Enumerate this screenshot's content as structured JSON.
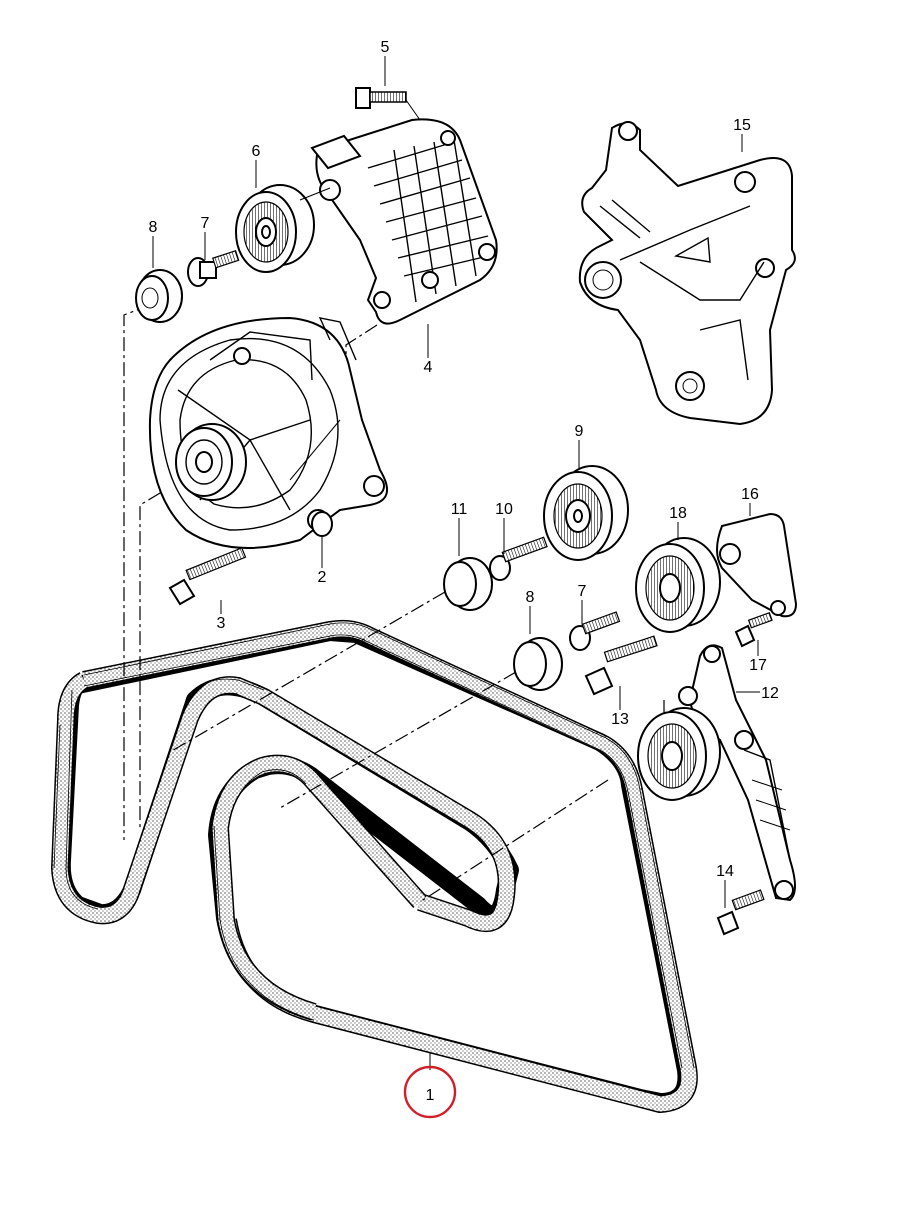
{
  "diagram": {
    "callouts": [
      {
        "id": "c1",
        "label": "1"
      },
      {
        "id": "c2",
        "label": "2"
      },
      {
        "id": "c3",
        "label": "3"
      },
      {
        "id": "c4",
        "label": "4"
      },
      {
        "id": "c5",
        "label": "5"
      },
      {
        "id": "c6",
        "label": "6"
      },
      {
        "id": "c7a",
        "label": "7"
      },
      {
        "id": "c7b",
        "label": "7"
      },
      {
        "id": "c8a",
        "label": "8"
      },
      {
        "id": "c8b",
        "label": "8"
      },
      {
        "id": "c9",
        "label": "9"
      },
      {
        "id": "c10",
        "label": "10"
      },
      {
        "id": "c11",
        "label": "11"
      },
      {
        "id": "c12",
        "label": "12"
      },
      {
        "id": "c13",
        "label": "13"
      },
      {
        "id": "c14",
        "label": "14"
      },
      {
        "id": "c15",
        "label": "15"
      },
      {
        "id": "c16",
        "label": "16"
      },
      {
        "id": "c17",
        "label": "17"
      },
      {
        "id": "c18",
        "label": "18"
      }
    ],
    "highlight": {
      "part": "1",
      "color": "#d11f2a"
    }
  }
}
